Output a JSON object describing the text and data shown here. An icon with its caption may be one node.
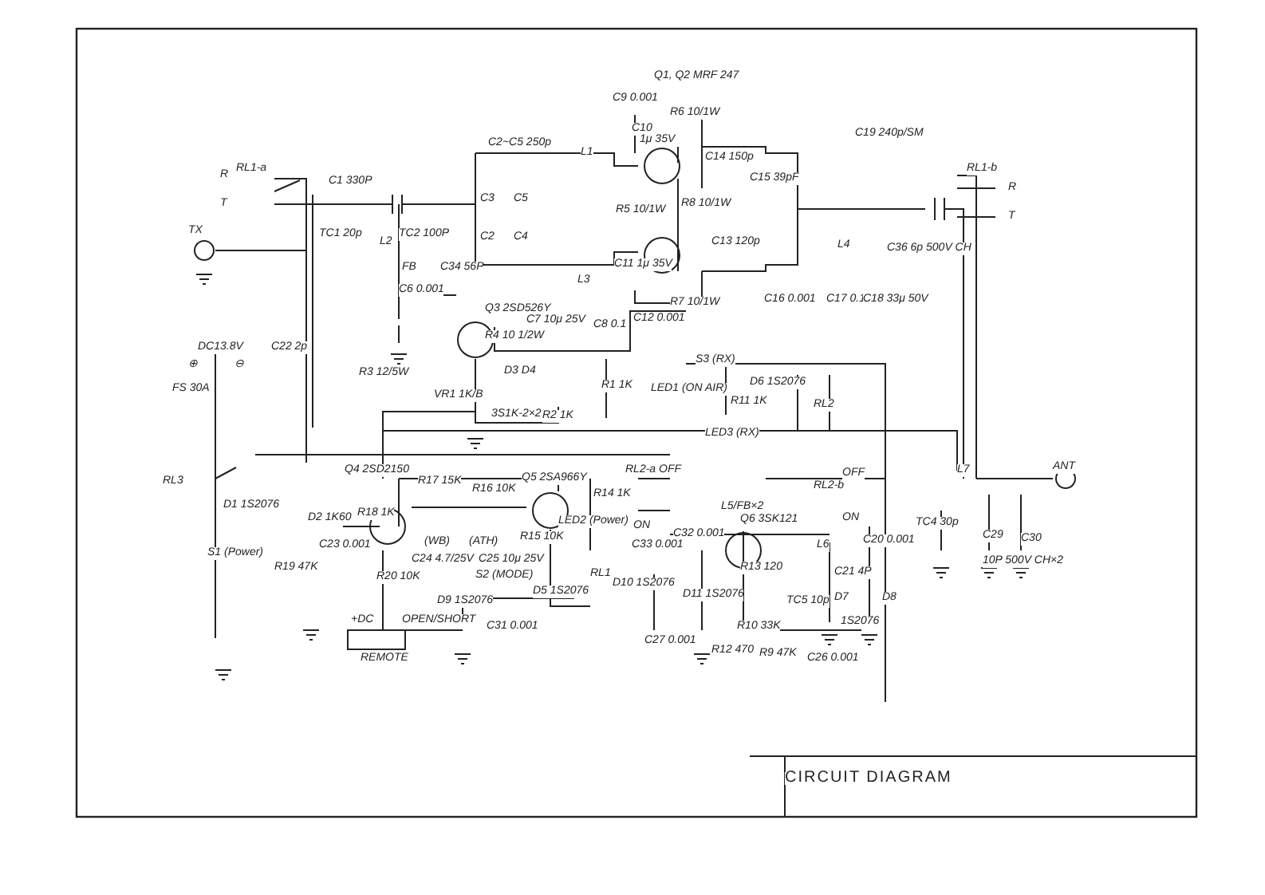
{
  "diagram": {
    "labels": [
      "Q1, Q2 MRF 247",
      "C9 0.001",
      "C10",
      "R6 10/1W",
      "RL1-a",
      "R",
      "T",
      "C2~C5 250p",
      "L1",
      "1μ 35V",
      "C1 330P",
      "TC1 20p",
      "TC2 100P",
      "C3",
      "C5",
      "C2",
      "C4",
      "C34 56P",
      "L2",
      "FB",
      "C6 0.001",
      "R5 10/1W",
      "R8 10/1W",
      "C14 150p",
      "C15 39pF",
      "C13 120p",
      "TX",
      "L3",
      "C11 1μ 35V",
      "C12 0.001",
      "R7 10/1W",
      "C19 240p/SM",
      "C36 6p 500V CH",
      "L4",
      "C16 0.001",
      "C17 0.1",
      "C18 33μ 50V",
      "RL1-b",
      "R",
      "T",
      "Q3 2SD526Y",
      "R4 10 1/2W",
      "C7 10μ 25V",
      "C8 0.1",
      "DC13.8V",
      "⊕",
      "⊖",
      "C22 2p",
      "R3 12/5W",
      "VR1 1K/B",
      "D3 D4",
      "3S1K-2×2",
      "R1 1K",
      "LED1 (ON AIR)",
      "S3 (RX)",
      "R11 1K",
      "D6 1S2076",
      "RL2",
      "LED3 (RX)",
      "R2 1K",
      "FS 30A",
      "RL3",
      "Q4 2SD2150",
      "R17 15K",
      "R16 10K",
      "Q5 2SA966Y",
      "R14 1K",
      "RL2-a OFF",
      "RL2-b",
      "OFF",
      "ON",
      "ON",
      "L5/FB×2",
      "Q6 3SK121",
      "C32 0.001",
      "C33 0.001",
      "L6",
      "C20 0.001",
      "C21 4P",
      "D7",
      "D8",
      "1S2076",
      "D10 1S2076",
      "D11 1S2076",
      "R13 120",
      "TC5 10p",
      "C27 0.001",
      "R12 470",
      "R10 33K",
      "R9 47K",
      "C26 0.001",
      "L7",
      "ANT",
      "TC4 30p",
      "C29",
      "C30",
      "10P 500V CH×2",
      "D1 1S2076",
      "D2 1K60",
      "R18 1K",
      "C23 0.001",
      "R19 47K",
      "S1 (Power)",
      "(WB)",
      "(ATH)",
      "C24 4.7/25V",
      "C25 10μ 25V",
      "S2 (MODE)",
      "R15 10K",
      "D5 1S2076",
      "RL1",
      "LED2 (Power)",
      "R20 10K",
      "D9 1S2076",
      "+DC",
      "OPEN/SHORT",
      "C31 0.001",
      "REMOTE",
      "CIRCUIT DIAGRAM"
    ]
  }
}
